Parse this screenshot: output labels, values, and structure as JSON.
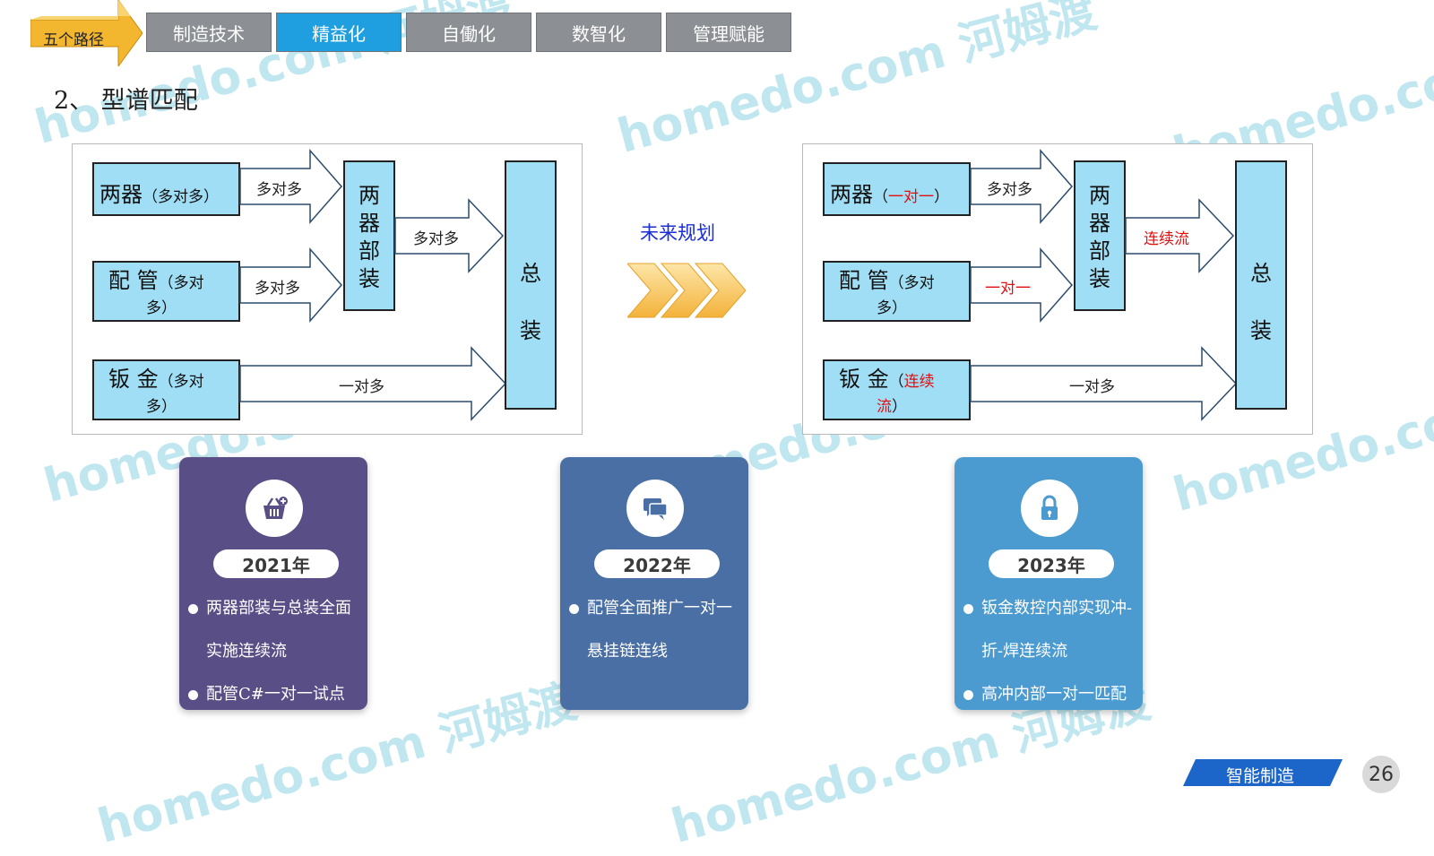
{
  "nav": {
    "first": "五个路径",
    "tabs": [
      {
        "label": "制造技术"
      },
      {
        "label": "精益化"
      },
      {
        "label": "自働化"
      },
      {
        "label": "数智化"
      },
      {
        "label": "管理赋能"
      }
    ],
    "active_index": 1
  },
  "heading": "2、 型谱匹配",
  "future_label": "未来规划",
  "left_diagram": {
    "source1_main": "两器",
    "source1_sub": "（多对多）",
    "source2_main": "配 管",
    "source2_sub1": "（多对",
    "source2_sub2": "多）",
    "source3_main": "钣 金",
    "source3_sub1": "（多对",
    "source3_sub2": "多）",
    "arrow1": "多对多",
    "arrow2": "多对多",
    "arrow3": "多对多",
    "arrow4": "一对多",
    "mid_chars": [
      "两",
      "器",
      "部",
      "装"
    ],
    "final_chars": [
      "总",
      "装"
    ]
  },
  "right_diagram": {
    "source1_main": "两器",
    "source1_sub_a": "（",
    "source1_sub_red": "一对一",
    "source1_sub_b": "）",
    "source2_main": "配 管",
    "source2_sub1": "（多对",
    "source2_sub2": "多）",
    "source3_main": "钣 金",
    "source3_sub_a": "（",
    "source3_sub_red1": "连续",
    "source3_sub_red2": "流",
    "source3_sub_b": "）",
    "arrow1": "多对多",
    "arrow2": "一对一",
    "arrow3": "连续流",
    "arrow4": "一对多",
    "mid_chars": [
      "两",
      "器",
      "部",
      "装"
    ],
    "final_chars": [
      "总",
      "装"
    ]
  },
  "cards": [
    {
      "year": "2021年",
      "icon": "basket-add-icon",
      "color": "#5a4e87",
      "items": [
        "两器部装与总装全面实施连续流",
        "配管C#一对一试点"
      ]
    },
    {
      "year": "2022年",
      "icon": "chat-bubbles-icon",
      "color": "#4a6fa5",
      "items": [
        "配管全面推广一对一悬挂链连线"
      ]
    },
    {
      "year": "2023年",
      "icon": "lock-icon",
      "color": "#4b9bd0",
      "items": [
        "钣金数控内部实现冲-折-焊连续流",
        "高冲内部一对一匹配"
      ]
    }
  ],
  "footer": {
    "tag": "智能制造",
    "page": "26"
  },
  "watermark": {
    "text": "homedo.com 河姆渡"
  },
  "colors": {
    "box_fill": "#9fdef4",
    "tab_active": "#1f9fe0",
    "tab": "#8c8f94",
    "gold": "#f3b62f",
    "footer": "#1d66c9"
  }
}
